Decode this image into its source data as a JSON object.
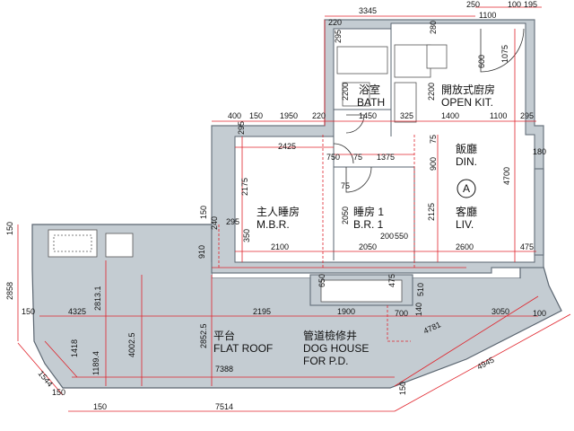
{
  "rooms": {
    "bath_cn": "浴室",
    "bath_en": "BATH",
    "kitchen_cn": "開放式廚房",
    "kitchen_en": "OPEN KIT.",
    "dining_cn": "飯廳",
    "dining_en": "DIN.",
    "unit_mark": "A",
    "living_cn": "客廳",
    "living_en": "LIV.",
    "master_cn": "主人睡房",
    "master_en": "M.B.R.",
    "bedroom1_cn": "睡房 1",
    "bedroom1_en": "B.R. 1",
    "flatroof_cn": "平台",
    "flatroof_en": "FLAT ROOF",
    "doghouse_cn": "管道檢修井",
    "doghouse_en1": "DOG HOUSE",
    "doghouse_en2": "FOR P.D."
  },
  "dims": {
    "d3345": "3345",
    "d250": "250",
    "d100a": "100",
    "d195": "195",
    "d220a": "220",
    "d1100a": "1100",
    "d295a": "295",
    "d280": "280",
    "d1075": "1075",
    "d600": "600",
    "d2200a": "2200",
    "d2200b": "2200",
    "d400": "400",
    "d150a": "150",
    "d1950": "1950",
    "d220b": "220",
    "d1450": "1450",
    "d325": "325",
    "d1400": "1400",
    "d1100b": "1100",
    "d295b": "295",
    "d295c": "295",
    "d2425": "2425",
    "d750": "750",
    "d75a": "75",
    "d1375": "1375",
    "d900": "900",
    "d75b": "75",
    "d4700": "4700",
    "d180": "180",
    "d2175": "2175",
    "d75c": "75",
    "d2050a": "2050",
    "d2125": "2125",
    "d150b": "150",
    "d240": "240",
    "d295d": "295",
    "d350": "350",
    "d200": "200",
    "d550": "550",
    "d910": "910",
    "d2100": "2100",
    "d2050b": "2050",
    "d2600": "2600",
    "d475a": "475",
    "d150c": "150",
    "d2858": "2858",
    "d2813": "2813.1",
    "d650": "650",
    "d475b": "475",
    "d510": "510",
    "d700": "700",
    "d140": "140",
    "d3050": "3050",
    "d100b": "100",
    "d150d": "150",
    "d4325": "4325",
    "d4002": "4002.5",
    "d2852": "2852.5",
    "d2195": "2195",
    "d1900": "1900",
    "d4781": "4781",
    "d1418": "1418",
    "d1189": "1189.4",
    "d7388": "7388",
    "d1544": "1544",
    "d150e": "150",
    "d4945": "4945",
    "d7514": "7514",
    "d150f": "150",
    "d150g": "150"
  }
}
